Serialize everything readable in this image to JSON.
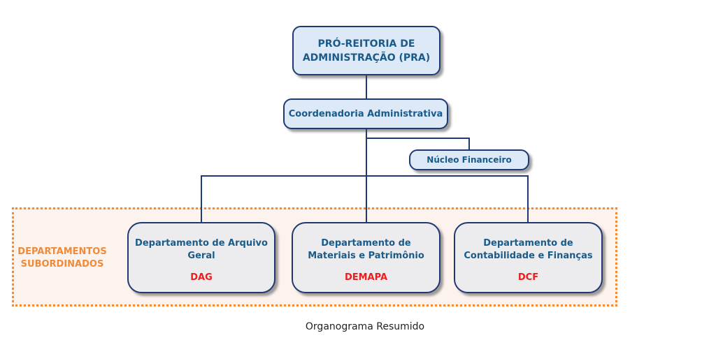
{
  "chart": {
    "top": {
      "title_line1": "PRÓ-REITORIA DE",
      "title_line2": "ADMINISTRAÇÃO (PRA)"
    },
    "coordination": {
      "label": "Coordenadoria Administrativa"
    },
    "nucleus": {
      "label": "Núcleo Financeiro"
    },
    "zone": {
      "label_line1": "DEPARTAMENTOS",
      "label_line2": "SUBORDINADOS"
    },
    "departments": [
      {
        "name_line1": "Departamento de Arquivo",
        "name_line2": "Geral",
        "abbr": "DAG"
      },
      {
        "name_line1": "Departamento de",
        "name_line2": "Materiais e Patrimônio",
        "abbr": "DEMAPA"
      },
      {
        "name_line1": "Departamento de",
        "name_line2": "Contabilidade e Finanças",
        "abbr": "DCF"
      }
    ],
    "colors": {
      "box_border": "#1f3a73",
      "box_fill": "#dde9f6",
      "dept_fill": "#ececee",
      "text_blue": "#1a5b8a",
      "abbr_red": "#ee1c1c",
      "zone_orange": "#ef8a3a"
    }
  },
  "caption": "Organograma Resumido"
}
